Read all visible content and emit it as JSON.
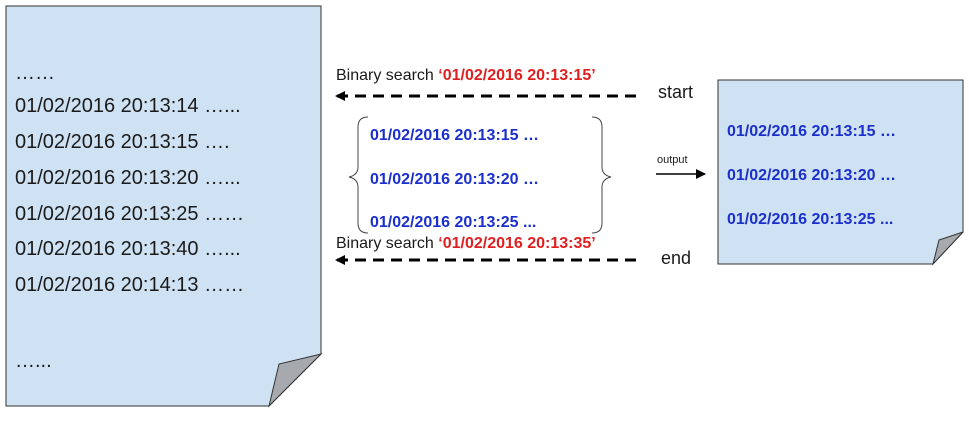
{
  "log_file": {
    "lines": [
      "……",
      "01/02/2016 20:13:14 …...",
      "01/02/2016 20:13:15 ….",
      "01/02/2016 20:13:20 …...",
      "01/02/2016 20:13:25 ……",
      "01/02/2016 20:13:40 …...",
      "01/02/2016 20:14:13 ……",
      "…..."
    ]
  },
  "search_start": {
    "prefix": "Binary search ",
    "timestamp": "‘01/02/2016 20:13:15’",
    "endpoint": "start"
  },
  "search_end": {
    "prefix": "Binary search ",
    "timestamp": "‘01/02/2016 20:13:35’",
    "endpoint": "end"
  },
  "matched_range": {
    "lines": [
      "01/02/2016 20:13:15 …",
      "01/02/2016 20:13:20 …",
      "01/02/2016 20:13:25 ..."
    ]
  },
  "output_arrow": {
    "label": "output"
  },
  "output_file": {
    "lines": [
      "01/02/2016 20:13:15 …",
      "01/02/2016 20:13:20 …",
      "01/02/2016 20:13:25 ..."
    ]
  },
  "colors": {
    "doc_fill": "#cfe2f3",
    "doc_fold": "#a6a9ad",
    "highlight_red": "#e02020",
    "range_blue": "#1b2fcc"
  }
}
